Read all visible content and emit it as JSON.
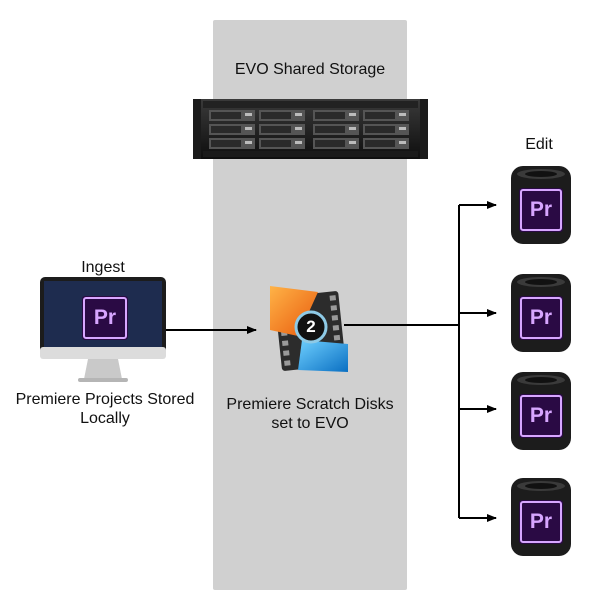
{
  "storage": {
    "title": "EVO Shared Storage"
  },
  "ingest": {
    "title": "Ingest",
    "caption_line1": "Premiere Projects Stored",
    "caption_line2": "Locally"
  },
  "scratch": {
    "caption_line1": "Premiere Scratch Disks",
    "caption_line2": "set to EVO",
    "badge": "2"
  },
  "edit": {
    "title": "Edit"
  },
  "app_icon": {
    "text": "Pr"
  },
  "colors": {
    "band": "#d0d0d0",
    "premiere_bg": "#2a0a44",
    "premiere_accent": "#d7a6ff",
    "line": "#000000"
  }
}
